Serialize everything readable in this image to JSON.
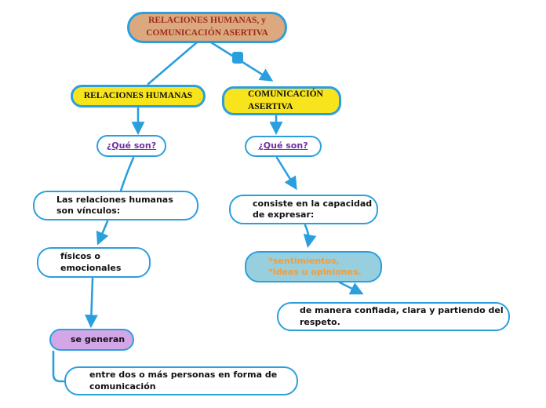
{
  "map": {
    "root": {
      "label": "RELACIONES HUMANAS, y\nCOMUNICACIÓN ASERTIVA"
    },
    "branch_left": {
      "topic": "RELACIONES HUMANAS",
      "question": "¿Qué son?",
      "definition": "Las relaciones humanas\nson vínculos:",
      "types": "físicos o\nemocionales",
      "generate": "se generan",
      "between": "entre dos o más personas en forma de\ncomunicación"
    },
    "branch_right": {
      "topic": "COMUNICACIÓN\nASERTIVA",
      "question": "¿Qué son?",
      "definition": "consiste en la capacidad\nde expresar:",
      "items": "*sentimientos,\n*ideas u opiniones.",
      "manner": "de manera confiada, clara y partiendo del\nrespeto."
    },
    "icons": {
      "link_square": "link-node-square"
    }
  },
  "palette": {
    "edge_blue": "#2B9FDE",
    "root_fill": "#DCA87E",
    "root_text": "#9E2B20",
    "topic_fill": "#F8E41C",
    "question_text": "#7030A0",
    "generate_fill": "#D3A6E8",
    "highlight_fill": "#97CFDF",
    "highlight_text": "#F49C36"
  }
}
